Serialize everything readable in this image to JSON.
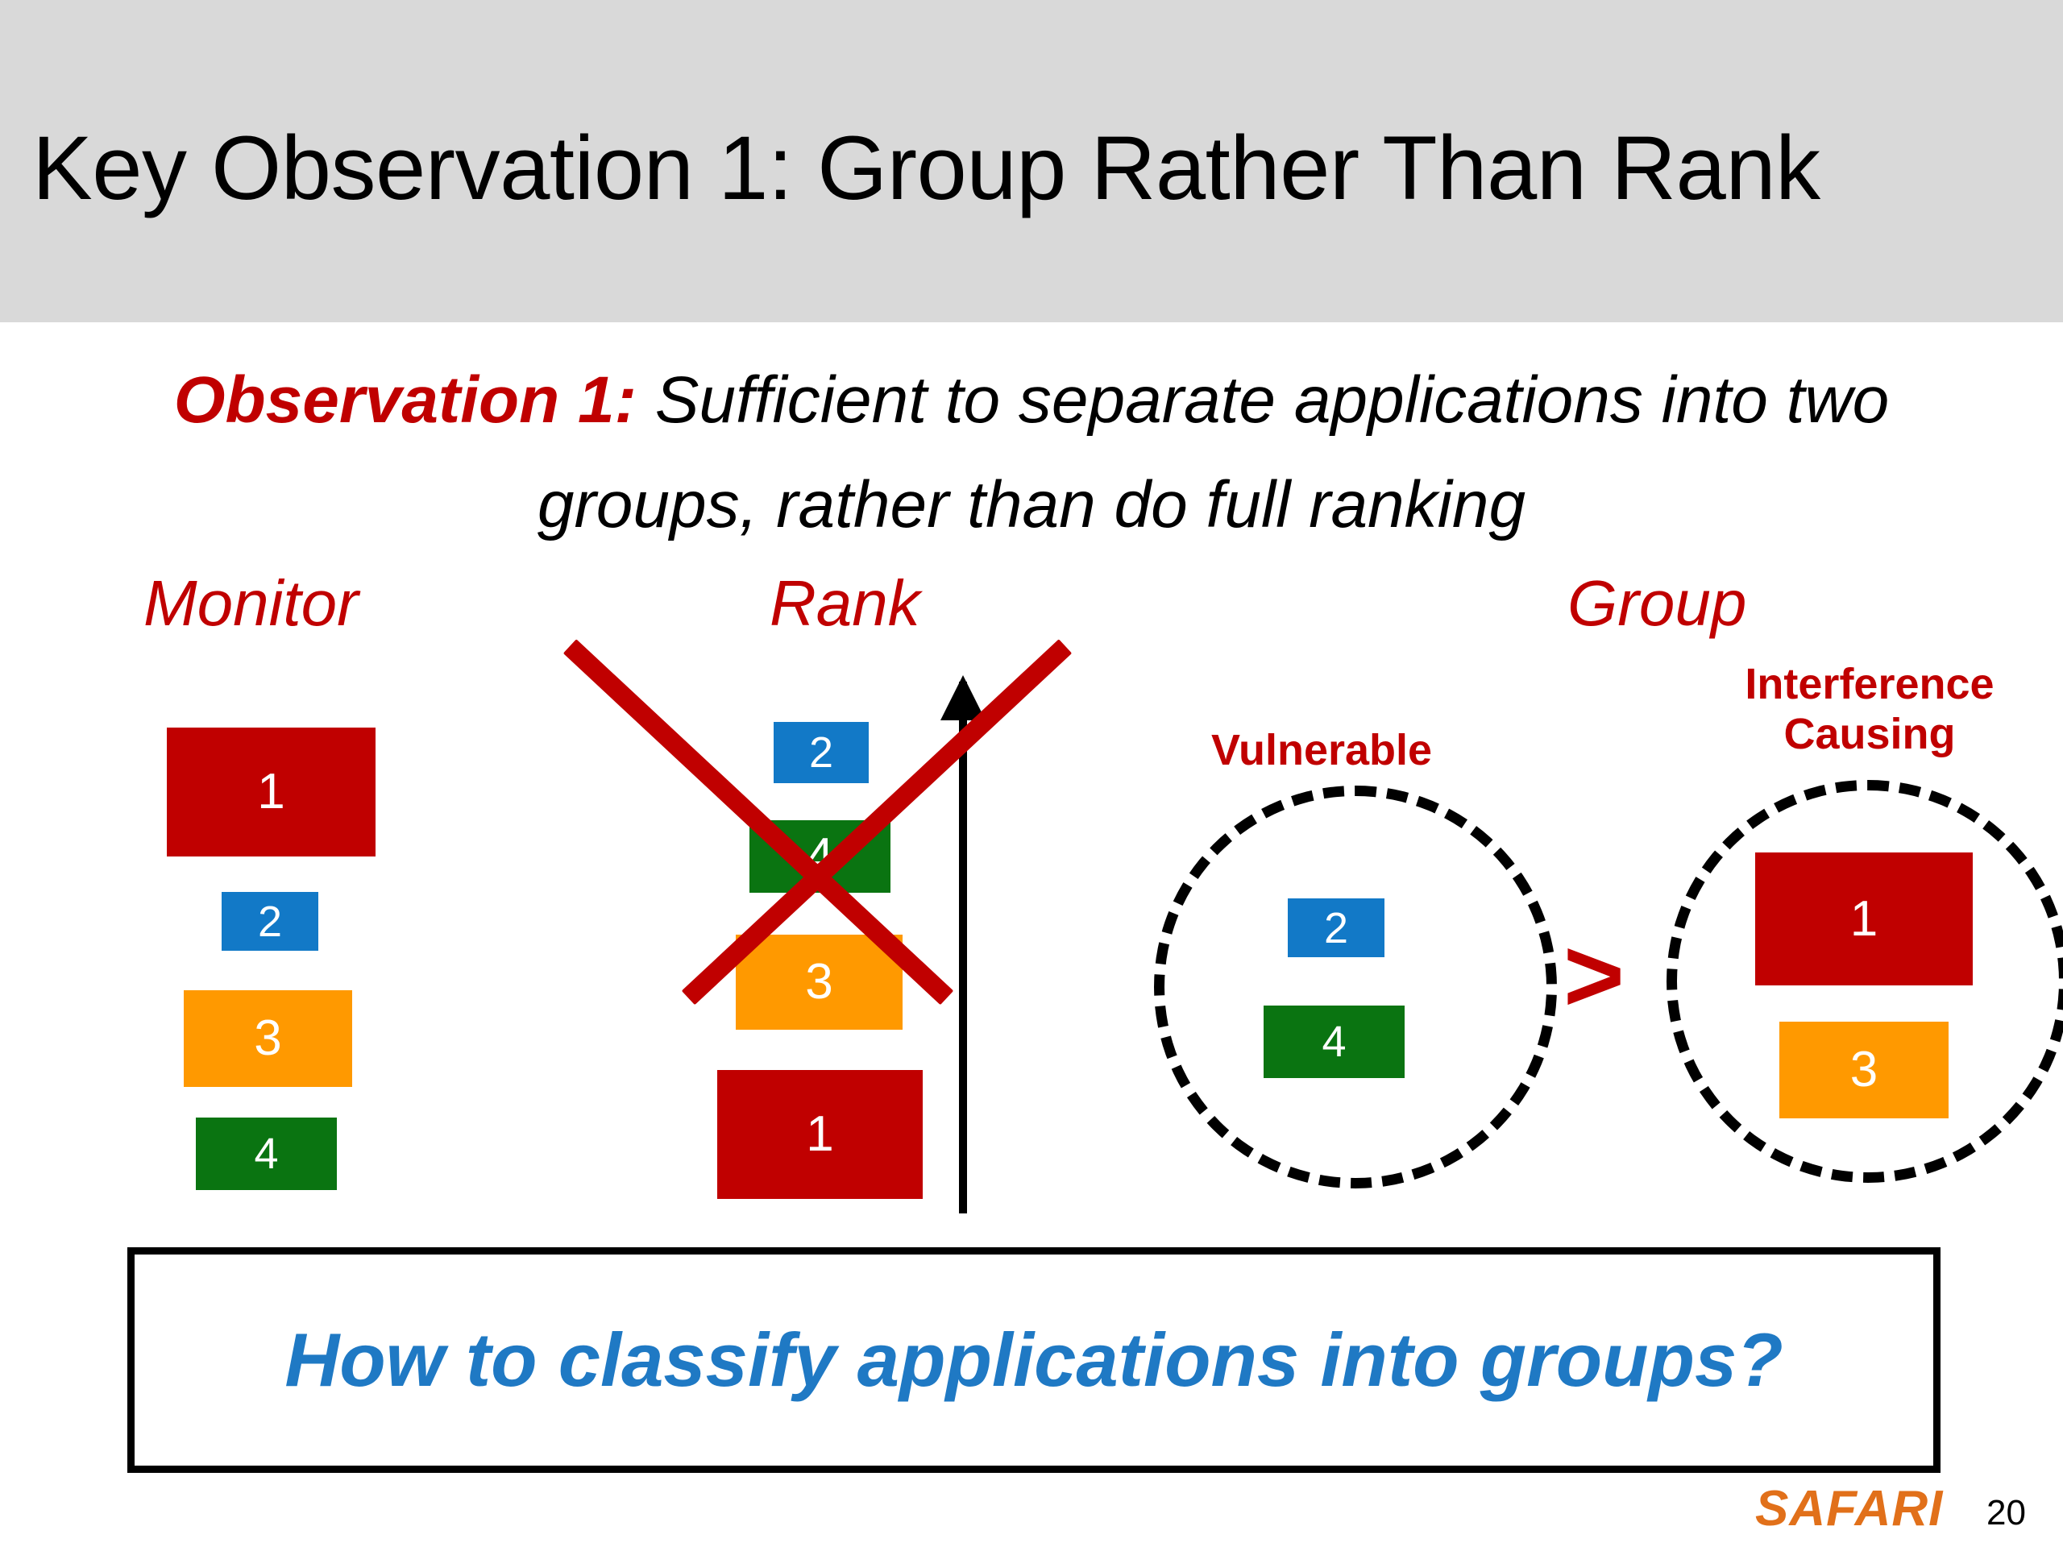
{
  "slide": {
    "title": "Key Observation 1: Group Rather Than Rank",
    "observation_lead": "Observation 1:",
    "observation_rest": " Sufficient to separate applications into two groups, rather than do full ranking",
    "callout": "How to classify applications into groups?",
    "page_number": "20",
    "logo": "SAFARI"
  },
  "colors": {
    "title_bar_bg": "#D9D9D9",
    "accent_red": "#C00000",
    "app1_red": "#C00000",
    "app2_blue": "#1279C7",
    "app3_orange": "#FF9900",
    "app4_green": "#0A7411",
    "callout_blue": "#1F79C4",
    "logo_orange": "#E1701A"
  },
  "columns": {
    "monitor": {
      "caption": "Monitor",
      "blocks": [
        {
          "label": "1",
          "color": "#C00000"
        },
        {
          "label": "2",
          "color": "#1279C7"
        },
        {
          "label": "3",
          "color": "#FF9900"
        },
        {
          "label": "4",
          "color": "#0A7411"
        }
      ]
    },
    "rank": {
      "caption": "Rank",
      "crossed_out": true,
      "axis": "upward-arrow",
      "blocks": [
        {
          "label": "2",
          "color": "#1279C7"
        },
        {
          "label": "4",
          "color": "#0A7411"
        },
        {
          "label": "3",
          "color": "#FF9900"
        },
        {
          "label": "1",
          "color": "#C00000"
        }
      ]
    },
    "group": {
      "caption": "Group",
      "relation_symbol": ">",
      "sets": [
        {
          "label": "Vulnerable",
          "blocks": [
            {
              "label": "2",
              "color": "#1279C7"
            },
            {
              "label": "4",
              "color": "#0A7411"
            }
          ]
        },
        {
          "label": "Interference Causing",
          "label_line1": "Interference",
          "label_line2": "Causing",
          "blocks": [
            {
              "label": "1",
              "color": "#C00000"
            },
            {
              "label": "3",
              "color": "#FF9900"
            }
          ]
        }
      ]
    }
  }
}
